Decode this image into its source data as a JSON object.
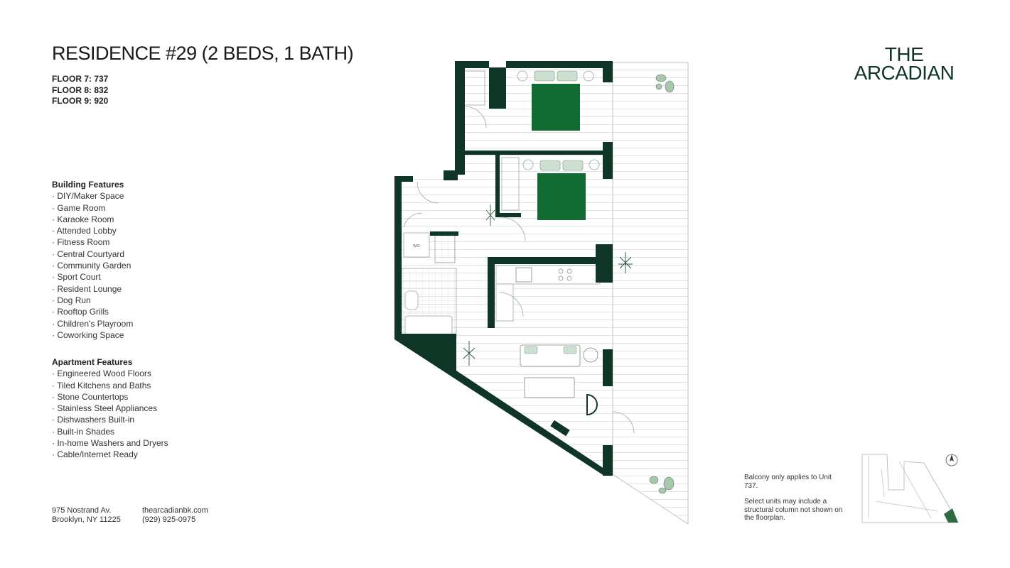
{
  "header": {
    "title": "RESIDENCE #29 (2 BEDS, 1 BATH)",
    "floors": [
      "FLOOR 7: 737",
      "FLOOR 8: 832",
      "FLOOR 9: 920"
    ]
  },
  "building_features": {
    "heading": "Building Features",
    "items": [
      "DIY/Maker Space",
      "Game Room",
      "Karaoke Room",
      "Attended Lobby",
      "Fitness Room",
      "Central Courtyard",
      "Community Garden",
      "Sport Court",
      "Resident Lounge",
      "Dog Run",
      "Rooftop Grills",
      "Children's Playroom",
      "Coworking Space"
    ]
  },
  "apartment_features": {
    "heading": "Apartment Features",
    "items": [
      "Engineered Wood Floors",
      "Tiled Kitchens and Baths",
      "Stone Countertops",
      "Stainless Steel Appliances",
      "Dishwashers Built-in",
      "Built-in Shades",
      "In-home Washers and Dryers",
      "Cable/Internet Ready"
    ]
  },
  "contact": {
    "address_line1": "975 Nostrand Av.",
    "address_line2": "Brooklyn, NY 11225",
    "website": "thearcadianbk.com",
    "phone": "(929) 925-0975"
  },
  "logo": {
    "line1": "THE",
    "line2": "ARCADIAN"
  },
  "notes": {
    "balcony": "Balcony only applies to Unit 737.",
    "column": "Select units may include a structural column not shown on the floorplan."
  },
  "plan": {
    "wd_label": "W/D"
  },
  "colors": {
    "wall": "#0f3527",
    "bed": "#0f6b32",
    "line": "#b8c4bc",
    "accent": "#2e6b45"
  }
}
